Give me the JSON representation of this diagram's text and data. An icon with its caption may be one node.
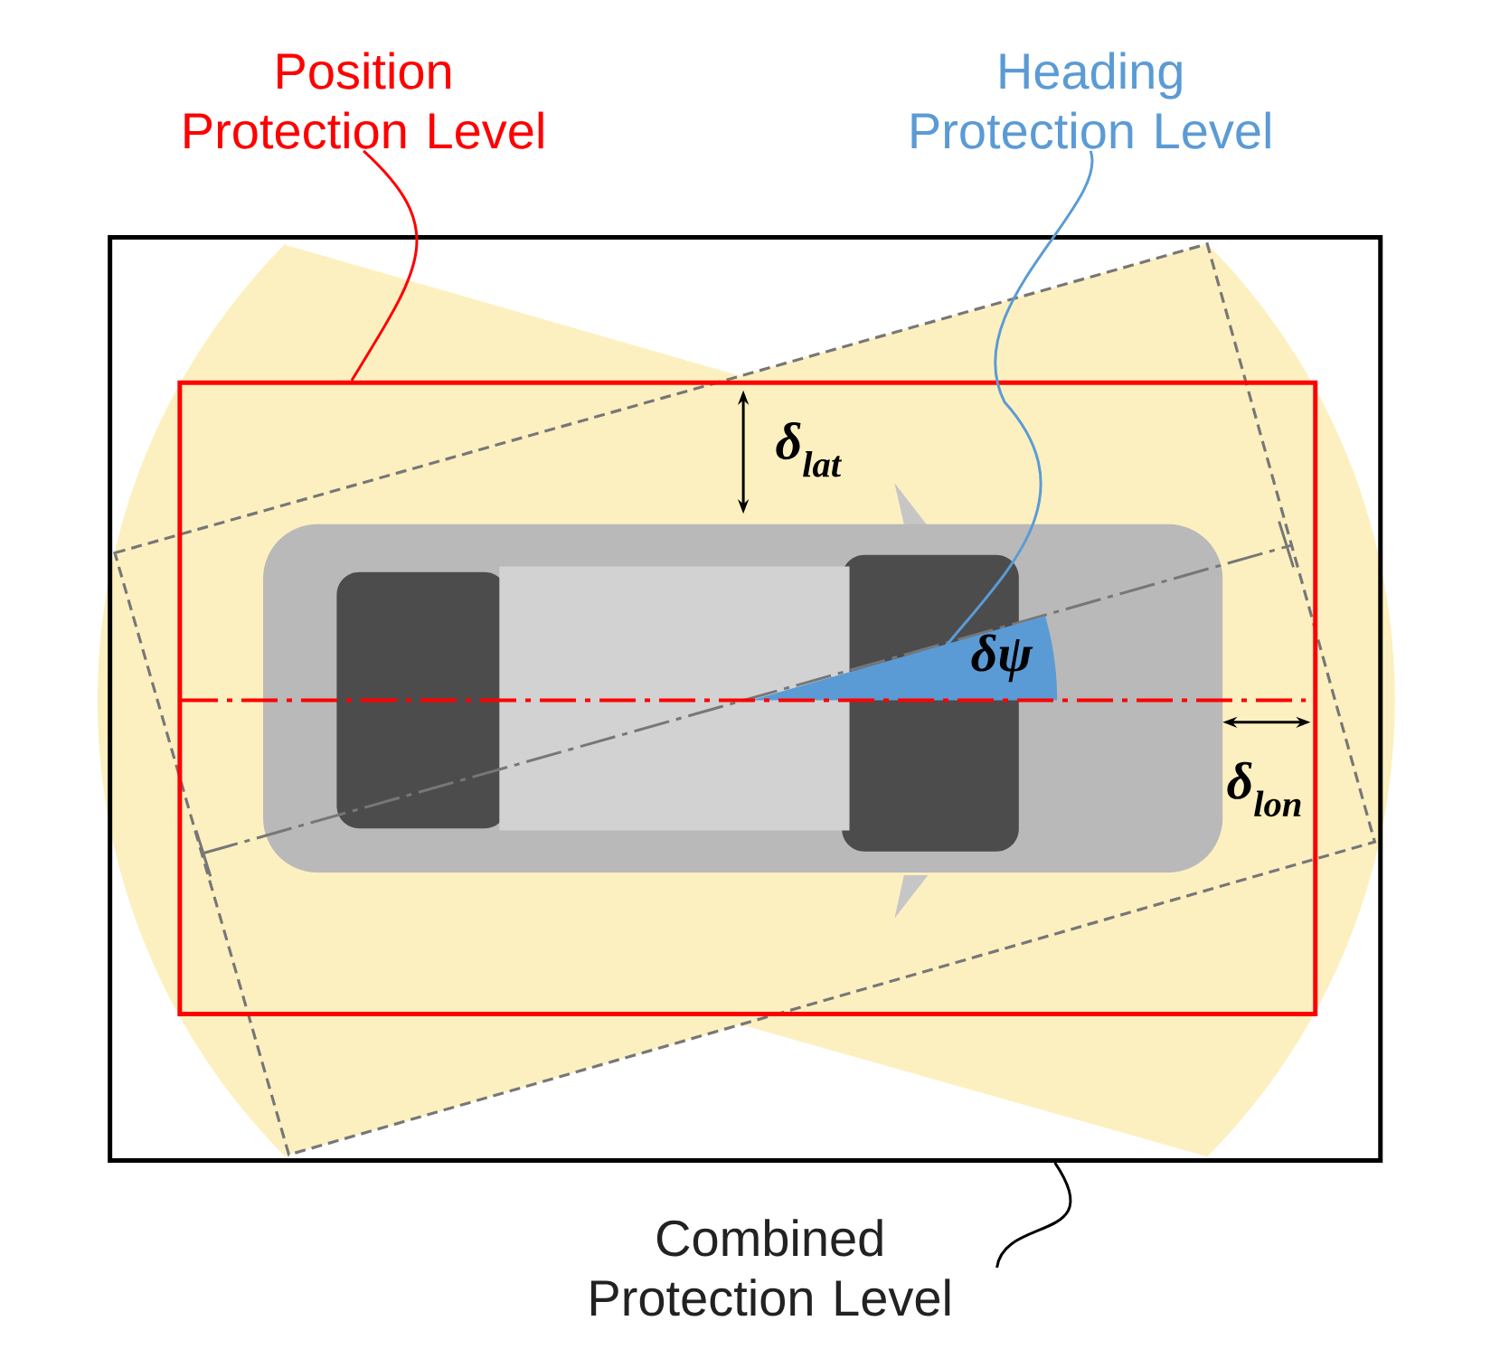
{
  "diagram": {
    "nodes": [
      {
        "text": [
          "Position Protection Level"
        ]
      },
      {
        "text": [],
        "shape": "box",
        "in": 5
      },
      {
        "text": [
          "Heading Protection Level"
        ]
      },
      {
        "text": [],
        "shape": "wedge",
        "in": 1
      },
      {
        "text": [
          "Combined Protection Level"
        ]
      },
      {
        "text": [],
        "shape": "box"
      }
    ],
    "edges": [
      {
        "from": 0,
        "to": 1,
        "arrow": "none",
        "color": "#ff0000"
      },
      {
        "from": 2,
        "to": 3,
        "arrow": "none",
        "color": "#5b9bd5"
      },
      {
        "from": 4,
        "to": 5,
        "arrow": "none",
        "color": "#000000"
      }
    ],
    "labels": [
      "δ$_{lat}$",
      "δψ",
      "δ$_{lon}$"
    ]
  }
}
